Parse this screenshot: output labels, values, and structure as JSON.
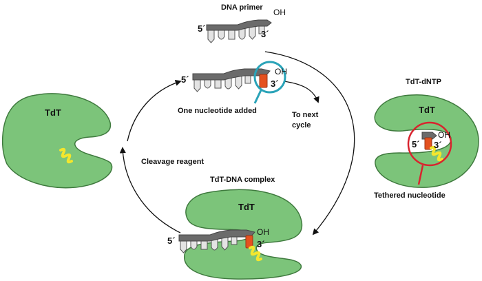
{
  "colors": {
    "enzyme": "#7cc47a",
    "enzyme_outline": "#3f7a3e",
    "backbone": "#6b6b6b",
    "base": "#e3e3e3",
    "added_nucleotide": "#e4511f",
    "tether": "#f3e62d",
    "highlight_blue": "#2aa3b8",
    "highlight_red": "#d9232e"
  },
  "labels": {
    "dna_primer": "DNA primer",
    "five_prime": "5´",
    "three_prime": "3´",
    "oh": "OH",
    "one_nucleotide_added": "One nucleotide added",
    "to_next_cycle_line1": "To next",
    "to_next_cycle_line2": "cycle",
    "tdt": "TdT",
    "tdt_dntp": "TdT-dNTP",
    "tethered_nucleotide": "Tethered nucleotide",
    "tdt_dna_complex": "TdT-DNA complex",
    "cleavage_reagent": "Cleavage reagent"
  },
  "icons": {
    "cycle_arrows": "curved-arrow-icon",
    "tether": "squiggle-linker-icon"
  }
}
